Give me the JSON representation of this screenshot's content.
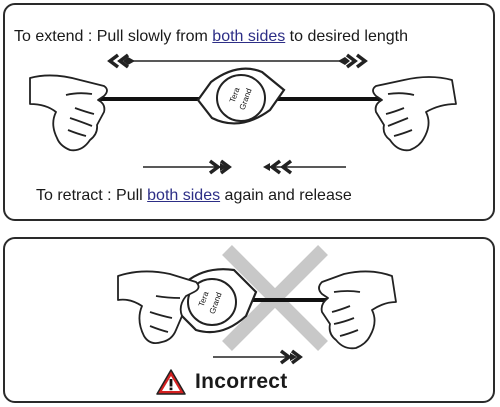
{
  "extend": {
    "prefix": "To extend : Pull slowly from ",
    "link": "both sides",
    "suffix": " to desired length"
  },
  "retract": {
    "prefix": "To retract : Pull ",
    "link": "both sides",
    "suffix": " again and release"
  },
  "brand": {
    "line1": "Tera",
    "line2": "Grand"
  },
  "warning": {
    "label": "Incorrect"
  },
  "colors": {
    "link": "#2d2e86",
    "cross": "#c8c8c8",
    "warning_red": "#d42020"
  }
}
